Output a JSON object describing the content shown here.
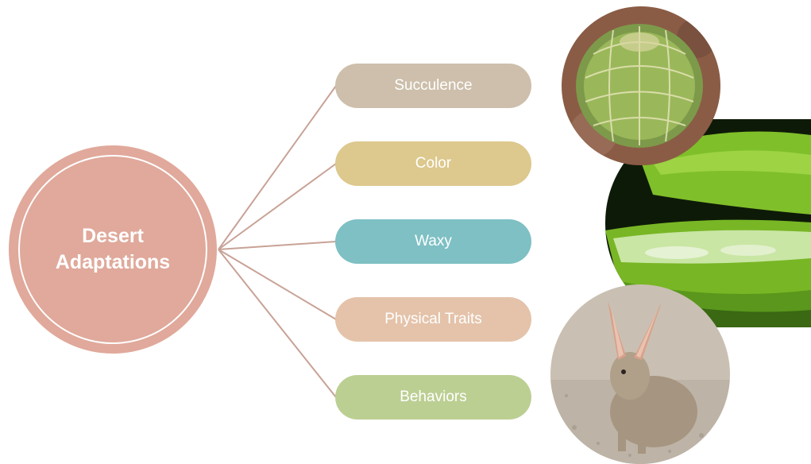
{
  "center": {
    "line1": "Desert",
    "line2": "Adaptations",
    "color": "#e0a99b"
  },
  "branches": [
    {
      "label": "Succulence",
      "color": "#cdbfab"
    },
    {
      "label": "Color",
      "color": "#ddc88d"
    },
    {
      "label": "Waxy",
      "color": "#7ec0c4"
    },
    {
      "label": "Physical Traits",
      "color": "#e4c3aa"
    },
    {
      "label": "Behaviors",
      "color": "#bccf93"
    }
  ],
  "connector_color": "#c8a296",
  "photos": [
    {
      "subject": "barrel-cactus-photo"
    },
    {
      "subject": "aloe-leaf-photo"
    },
    {
      "subject": "jackrabbit-photo"
    }
  ]
}
